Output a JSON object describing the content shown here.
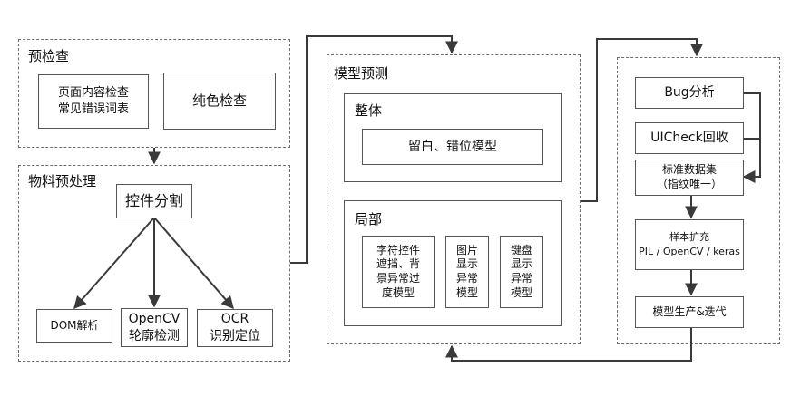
{
  "precheck": {
    "title": "预检查",
    "page_check": "页面内容检查\n常见错误词表",
    "solid_check": "纯色检查"
  },
  "material": {
    "title": "物料预处理",
    "split": "控件分割",
    "dom": "DOM解析",
    "opencv": "OpenCV\n轮廓检测",
    "ocr": "OCR\n识别定位"
  },
  "model": {
    "title": "模型预测",
    "whole_title": "整体",
    "whole_model": "留白、错位模型",
    "local_title": "局部",
    "local_items": [
      "字符控件\n遮挡、背\n景异常过\n度模型",
      "图片\n显示\n异常\n模型",
      "键盘\n显示\n异常\n模型"
    ]
  },
  "bug": {
    "analysis": "Bug分析",
    "uicheck": "UICheck回收",
    "dataset": "标准数据集\n（指纹唯一）",
    "augment": "样本扩充\nPIL / OpenCV / keras",
    "produce": "模型生产&迭代"
  },
  "colors": {
    "line": "#3a3a3a",
    "border": "#555555",
    "dash": "#6e6e6e"
  }
}
